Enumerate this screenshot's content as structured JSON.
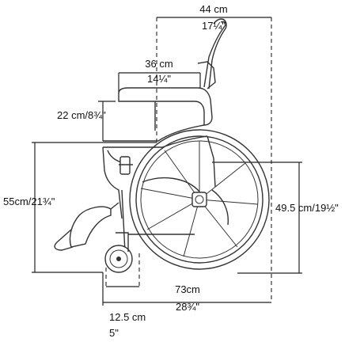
{
  "dimensions": {
    "overall_height": {
      "metric": "44 cm",
      "imperial": "17¼\""
    },
    "seat_depth": {
      "metric": "36 cm",
      "imperial": "14¼\""
    },
    "armrest_height": {
      "label": "22 cm/8¾\""
    },
    "seat_height": {
      "label": "55cm/21¾\""
    },
    "wheel_height": {
      "label": "49.5 cm/19½\""
    },
    "overall_length": {
      "metric": "73cm",
      "imperial": "28¾\""
    },
    "caster_width": {
      "metric": "12.5 cm",
      "imperial": "5\""
    }
  }
}
